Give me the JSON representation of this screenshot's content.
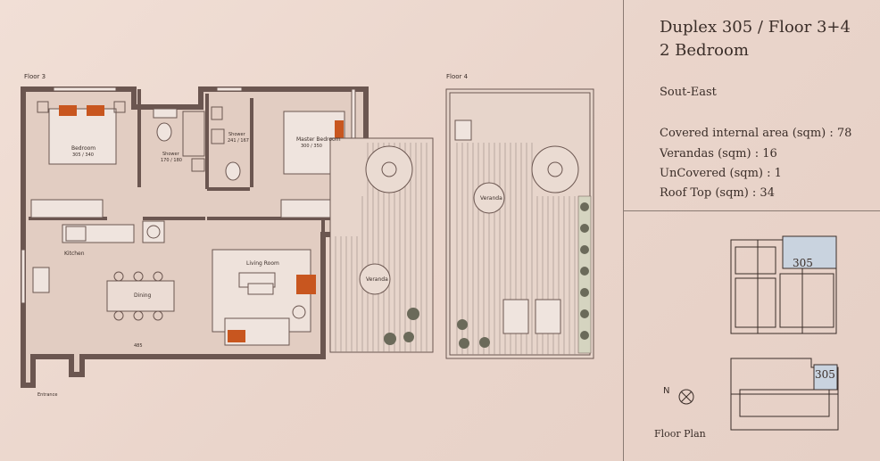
{
  "header": {
    "title_line1": "Duplex 305 / Floor 3+4",
    "title_line2": "2 Bedroom"
  },
  "orientation": "Sout-East",
  "areas": [
    {
      "label": "Covered internal area (sqm) : 78"
    },
    {
      "label": "Verandas (sqm) : 16"
    },
    {
      "label": "UnCovered (sqm) : 1"
    },
    {
      "label": "Roof Top (sqm) : 34"
    }
  ],
  "plan_labels": {
    "floor3": "Floor 3",
    "floor4": "Floor 4",
    "bedroom": "Bedroom",
    "bedroom_dim": "305 / 340",
    "shower1": "Shower",
    "shower1_dim": "170 / 180",
    "shower2": "Shower",
    "shower2_dim": "241 / 167",
    "master": "Master Bedroom",
    "master_dim": "300 / 350",
    "kitchen": "Kitchen",
    "dining": "Dining",
    "living": "Living Room",
    "veranda1": "Veranda",
    "veranda2": "Veranda",
    "entrance": "Entrance",
    "dim_living": "485"
  },
  "keyplan": {
    "unit_label_top": "305",
    "unit_label_bottom": "305",
    "north": "N",
    "caption": "Floor Plan"
  },
  "colors": {
    "wall": "#6b5650",
    "floor": "#e8d3c9",
    "accent_orange": "#c8561f",
    "highlight": "#c9d3df"
  }
}
